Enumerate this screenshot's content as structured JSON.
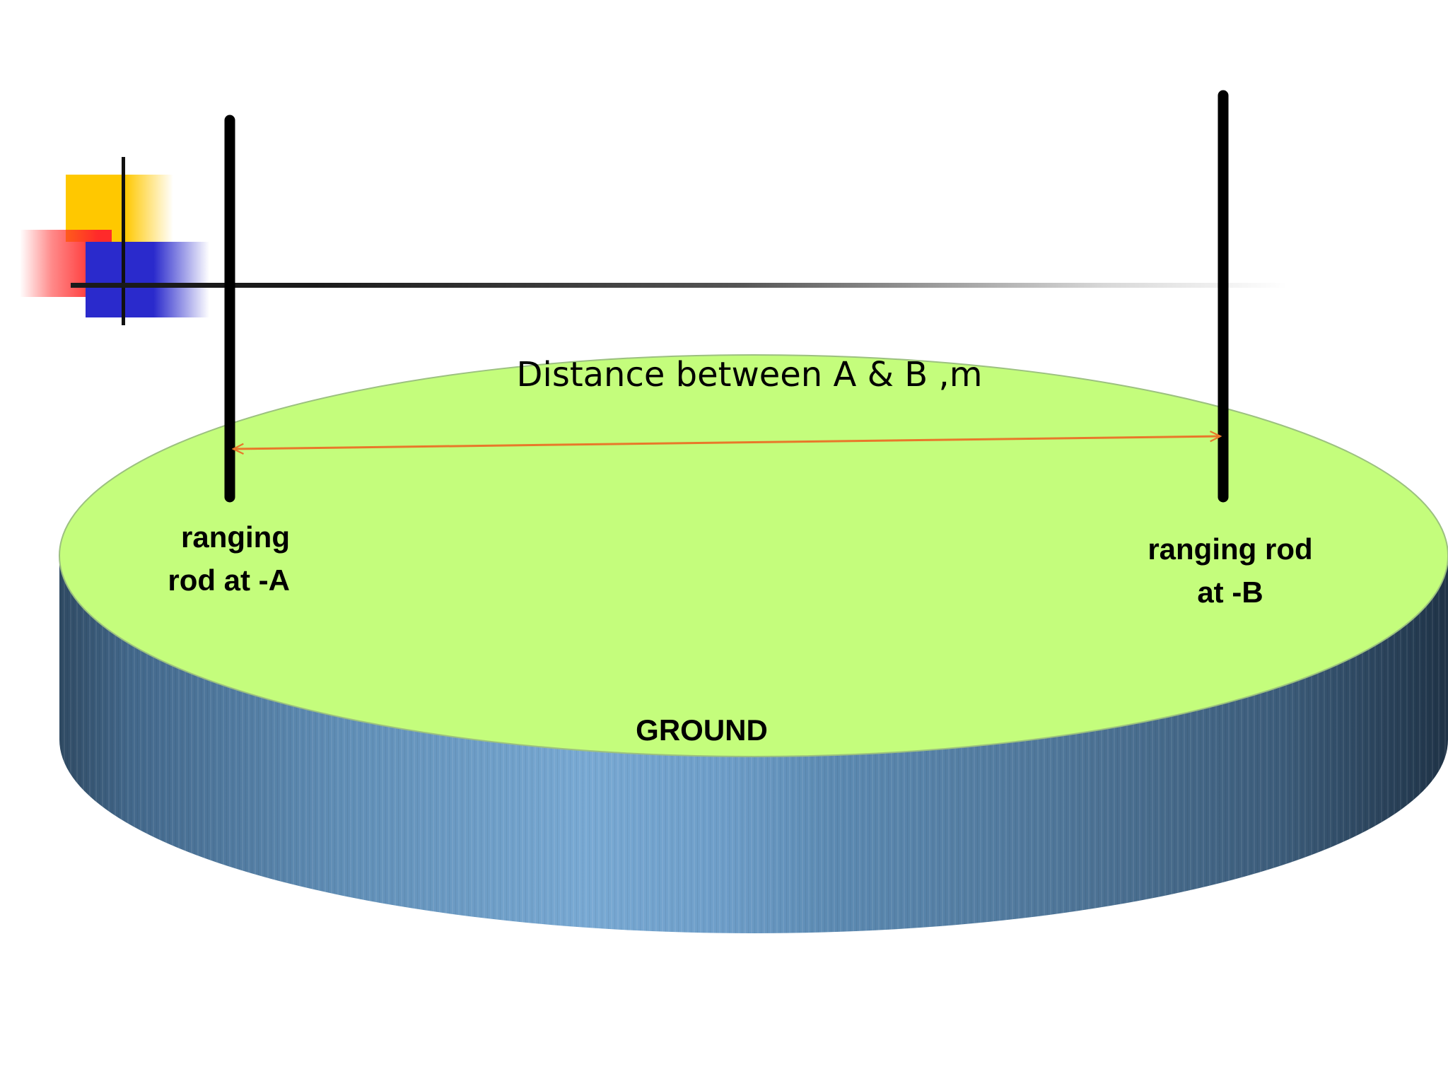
{
  "diagram": {
    "distance_label": "Distance between A & B  ,m",
    "rod_a_label_line1": "ranging",
    "rod_a_label_line2": "rod at -A",
    "rod_b_label_line1": "ranging rod",
    "rod_b_label_line2": "at -B",
    "ground_label": "GROUND"
  },
  "colors": {
    "ground_top": "#c4fd7c",
    "ground_side": "#5a86aa",
    "arrow": "#e8782a",
    "rod": "#000000"
  }
}
